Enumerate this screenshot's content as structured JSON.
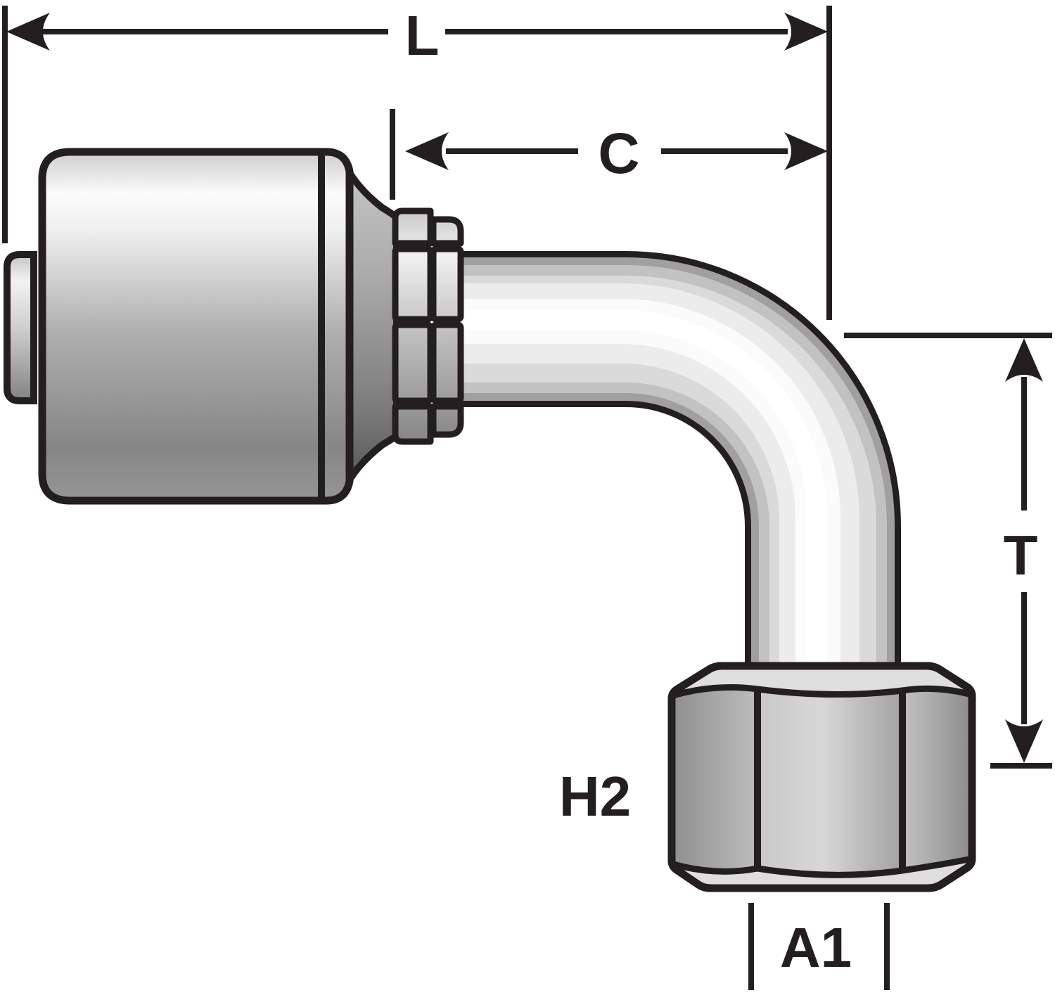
{
  "figure": {
    "kind": "technical-line-drawing",
    "subject": "90-degree female swivel crimp hose coupling, side elevation",
    "background_color": "#ffffff",
    "ink_color": "#231f20",
    "metal_light": "#fbfbfb",
    "metal_mid": "#aeaeae",
    "metal_dark": "#4f4f4f"
  },
  "dimensions": {
    "L": {
      "label": "L",
      "orientation": "horizontal",
      "description": "overall length dimension across top"
    },
    "C": {
      "label": "C",
      "orientation": "horizontal",
      "description": "cutoff length dimension from collar to elbow end"
    },
    "T": {
      "label": "T",
      "orientation": "vertical",
      "description": "drop height dimension on right side"
    },
    "H2": {
      "label": "H2",
      "description": "hex size callout beside nut"
    },
    "A1": {
      "label": "A1",
      "description": "nut width reference between tick marks"
    }
  }
}
